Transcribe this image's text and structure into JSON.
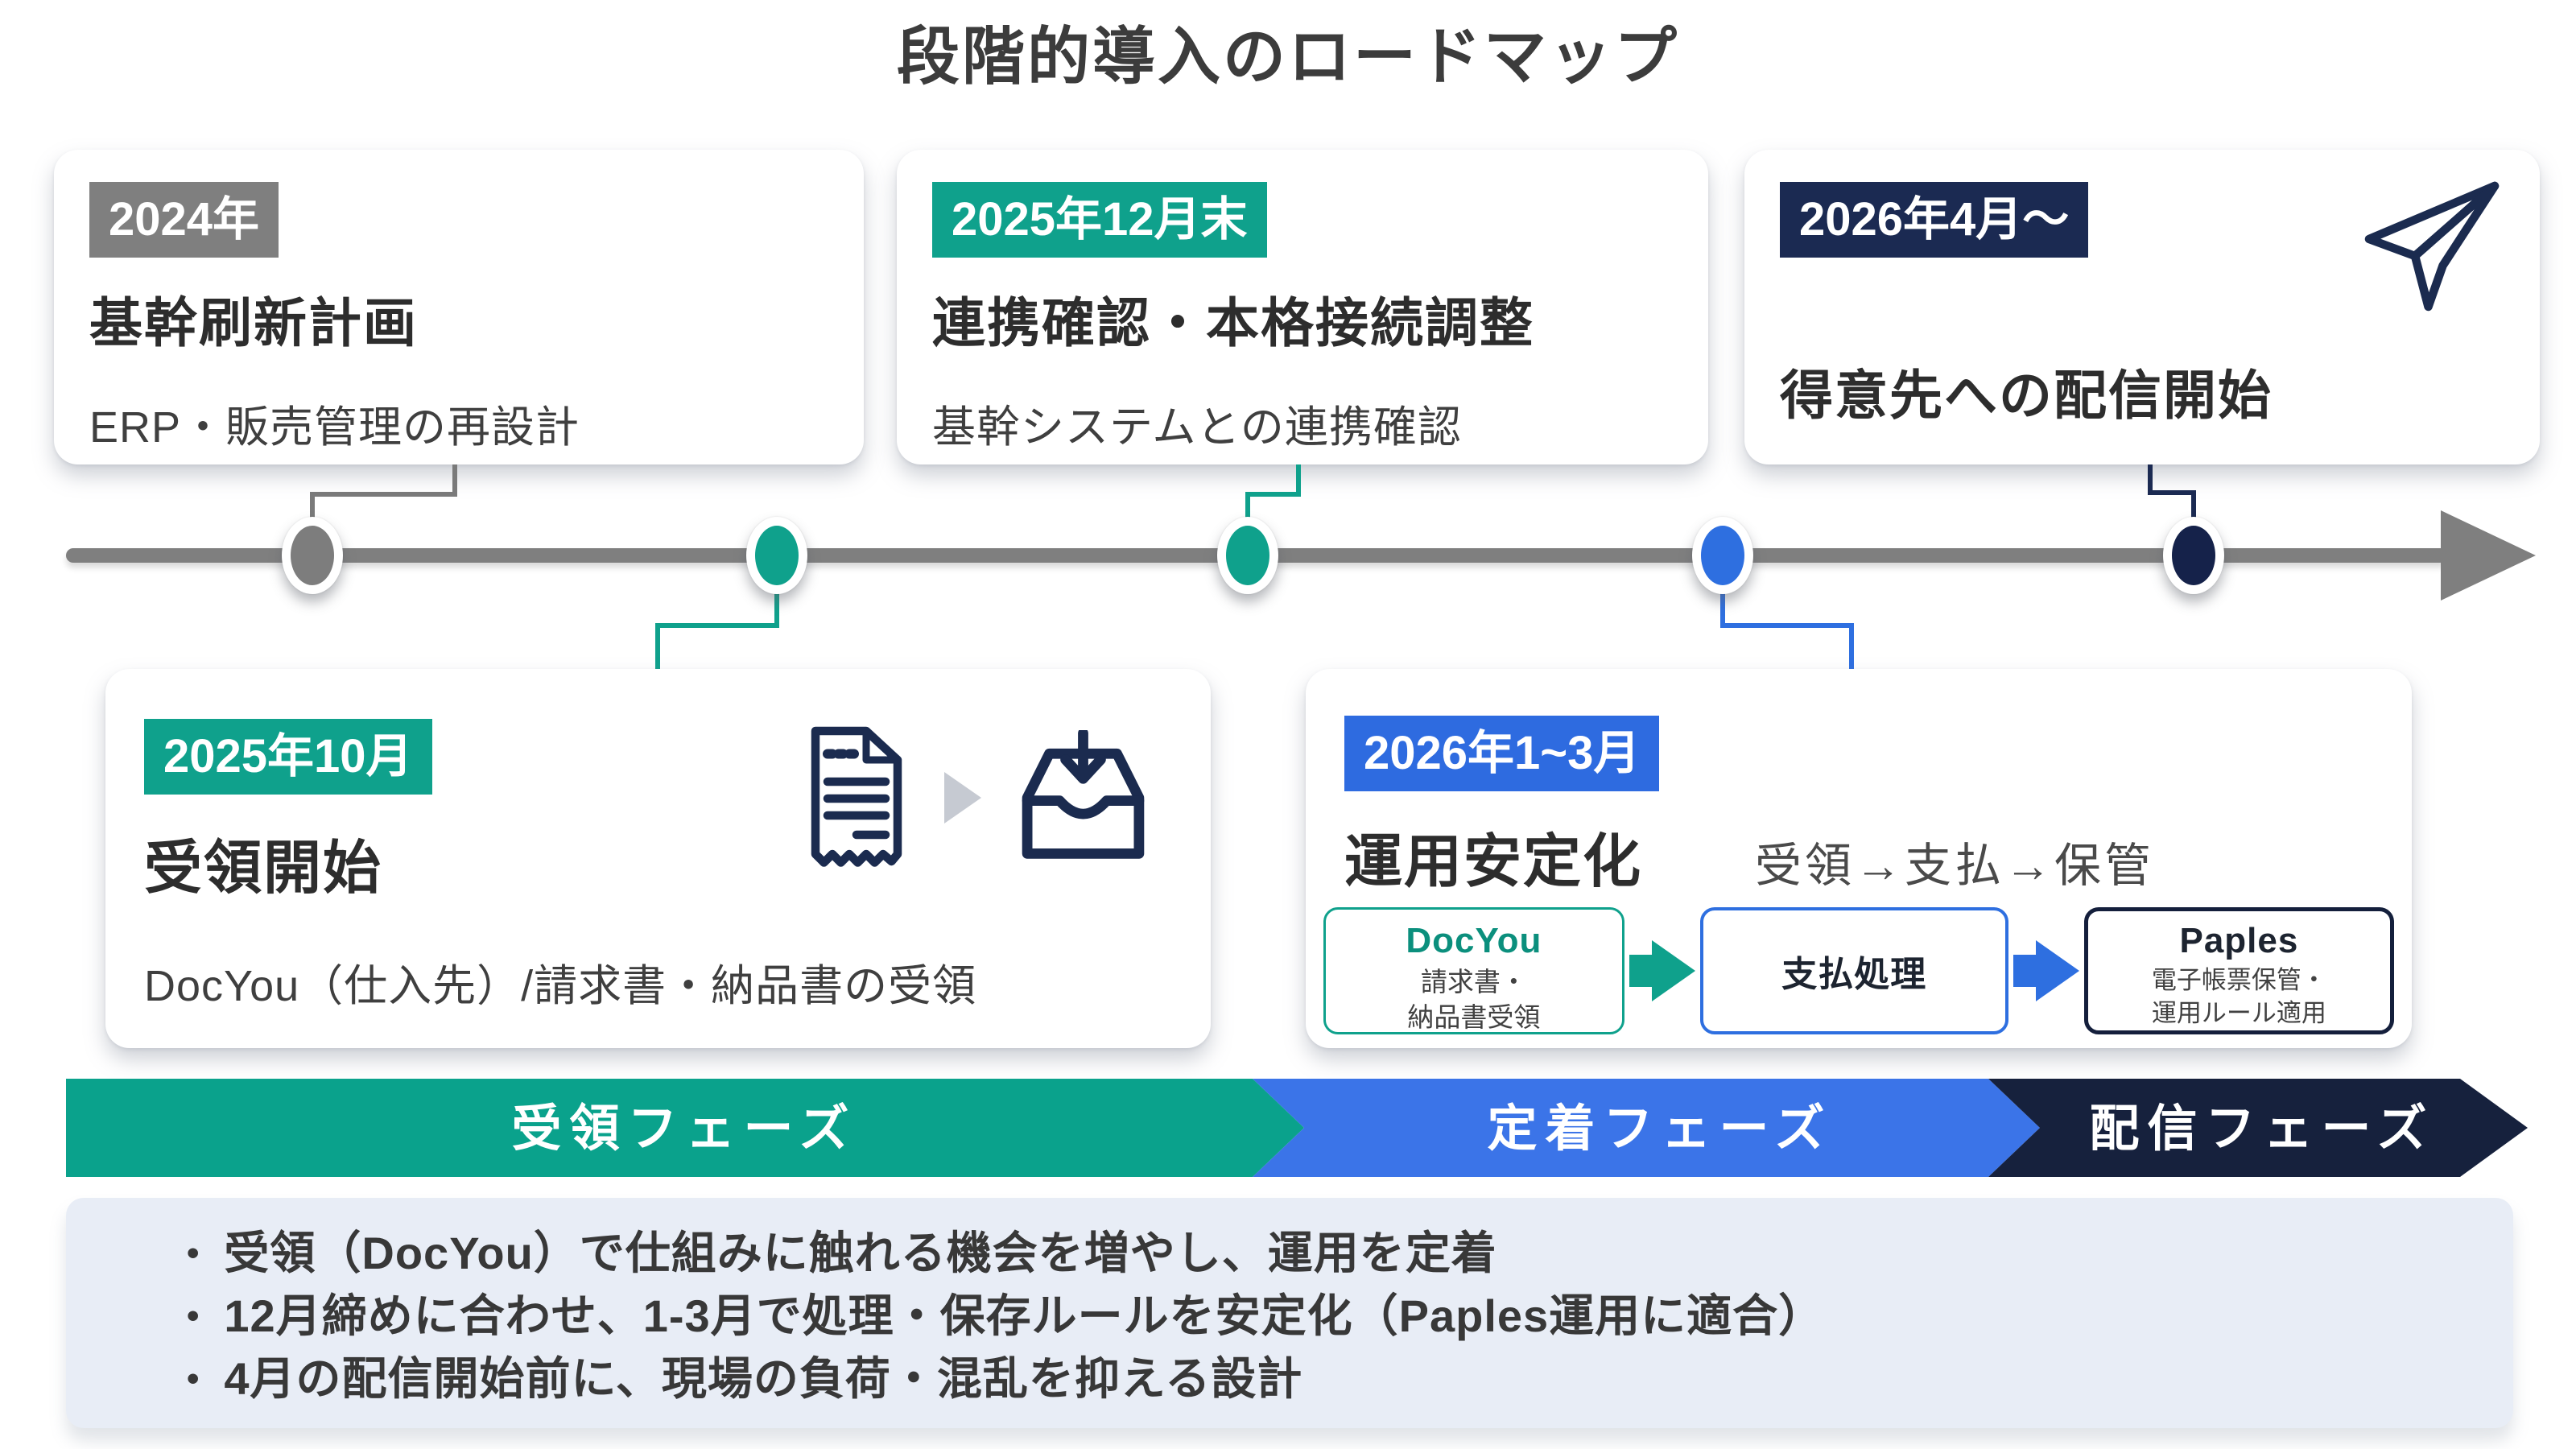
{
  "title": "段階的導入のロードマップ",
  "palette": {
    "teal": "#0FA18C",
    "blue": "#2E6BE0",
    "navy": "#1B2A52",
    "gray_badge": "#7F7F7F",
    "timeline_gray": "#808080",
    "phase_teal": "#0AA28C",
    "phase_blue": "#3B74E8",
    "phase_navy": "#16213D",
    "notes_bg": "#E8EDF6"
  },
  "cards_top": [
    {
      "badge": "2024年",
      "heading": "基幹刷新計画",
      "subtitle": "ERP・販売管理の再設計"
    },
    {
      "badge": "2025年12月末",
      "heading": "連携確認・本格接続調整",
      "subtitle": "基幹システムとの連携確認"
    },
    {
      "badge": "2026年4月～",
      "heading": "得意先への配信開始"
    }
  ],
  "cards_bottom": [
    {
      "badge": "2025年10月",
      "heading": "受領開始",
      "subtitle": "DocYou（仕入先）/請求書・納品書の受領"
    },
    {
      "badge": "2026年1~3月",
      "heading": "運用安定化",
      "flow_label": "受領→支払→保管",
      "steps": [
        {
          "title": "DocYou",
          "lines": [
            "請求書・",
            "納品書受領"
          ]
        },
        {
          "title": "支払処理",
          "lines": []
        },
        {
          "title": "Paples",
          "lines": [
            "電子帳票保管・",
            "運用ルール適用"
          ]
        }
      ]
    }
  ],
  "phases": [
    {
      "label": "受領フェーズ",
      "color": "#0AA28C"
    },
    {
      "label": "定着フェーズ",
      "color": "#3B74E8"
    },
    {
      "label": "配信フェーズ",
      "color": "#16213D"
    }
  ],
  "notes": {
    "bullet": "•",
    "items": [
      "受領（DocYou）で仕組みに触れる機会を増やし、運用を定着",
      "12月締めに合わせ、1-3月で処理・保存ルールを安定化（Paples運用に適合）",
      "4月の配信開始前に、現場の負荷・混乱を抑える設計"
    ]
  }
}
